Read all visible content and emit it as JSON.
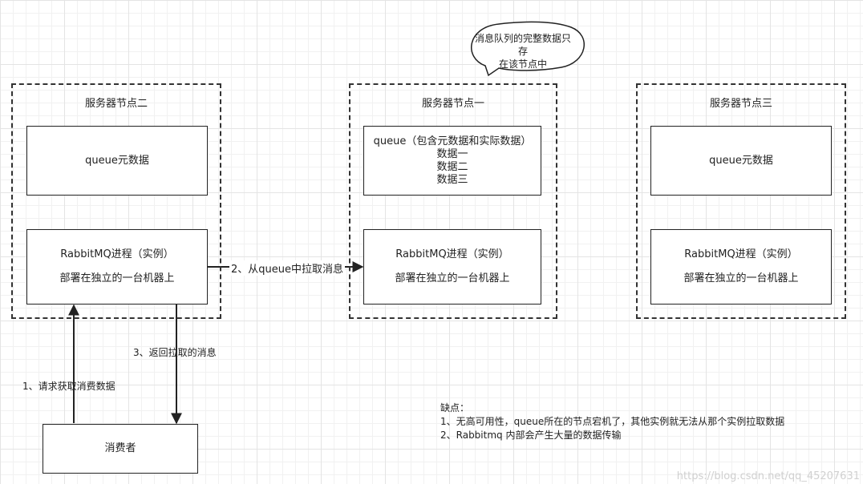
{
  "callout": {
    "line1": "消息队列的完整数据只存",
    "line2": "在该节点中"
  },
  "nodes": {
    "left": {
      "title": "服务器节点二",
      "meta": "queue元数据",
      "proc1": "RabbitMQ进程（实例）",
      "proc2": "部署在独立的一台机器上"
    },
    "center": {
      "title": "服务器节点一",
      "queue_header": "queue（包含元数据和实际数据）",
      "data": [
        "数据一",
        "数据二",
        "数据三"
      ],
      "proc1": "RabbitMQ进程（实例）",
      "proc2": "部署在独立的一台机器上"
    },
    "right": {
      "title": "服务器节点三",
      "meta": "queue元数据",
      "proc1": "RabbitMQ进程（实例）",
      "proc2": "部署在独立的一台机器上"
    }
  },
  "consumer": {
    "label": "消费者"
  },
  "arrows": {
    "request": "1、请求获取消费数据",
    "pull": "2、从queue中拉取消息",
    "return": "3、返回拉取的消息"
  },
  "notes": {
    "heading": "缺点：",
    "items": [
      "1、无高可用性，queue所在的节点宕机了，其他实例就无法从那个实例拉取数据",
      "2、Rabbitmq 内部会产生大量的数据传输"
    ]
  },
  "watermark": "https://blog.csdn.net/qq_45207631"
}
